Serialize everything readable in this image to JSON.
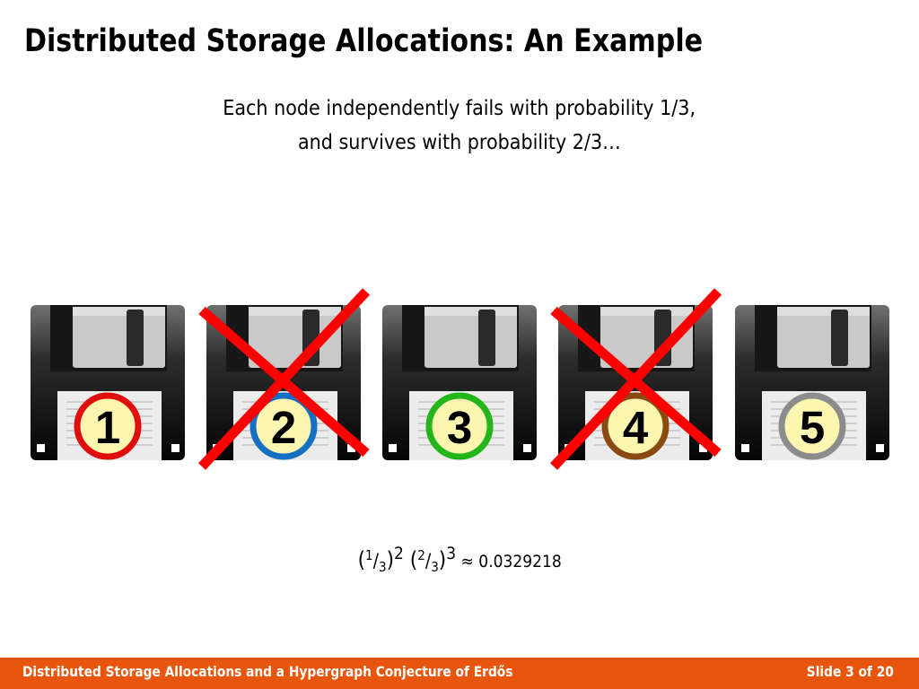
{
  "slide": {
    "title": "Distributed Storage Allocations: An Example",
    "subtitle_line1": "Each node independently fails with probability 1/3,",
    "subtitle_line2": "and survives with probability 2/3…"
  },
  "nodes": [
    {
      "label": "1",
      "ring_color": "#e00d0d",
      "failed": false
    },
    {
      "label": "2",
      "ring_color": "#1570c4",
      "failed": true
    },
    {
      "label": "3",
      "ring_color": "#23b61b",
      "failed": false
    },
    {
      "label": "4",
      "ring_color": "#8a4a12",
      "failed": true
    },
    {
      "label": "5",
      "ring_color": "#8c8c8c",
      "failed": false
    }
  ],
  "formula": {
    "open1": "(",
    "num1": "1",
    "slash1": "/",
    "den1": "3",
    "close1": ")",
    "exp1": "2",
    "open2": " (",
    "num2": "2",
    "slash2": "/",
    "den2": "3",
    "close2": ")",
    "exp2": "3",
    "approx": " ≈ 0.0329218"
  },
  "footer": {
    "left_text": "Distributed Storage Allocations and a Hypergraph Conjecture of Erdős",
    "right_text": "Slide 3 of 20"
  },
  "colors": {
    "footer_bar": "#e8560e",
    "strike": "#ff0000",
    "label_fill": "#fdf6b0"
  }
}
